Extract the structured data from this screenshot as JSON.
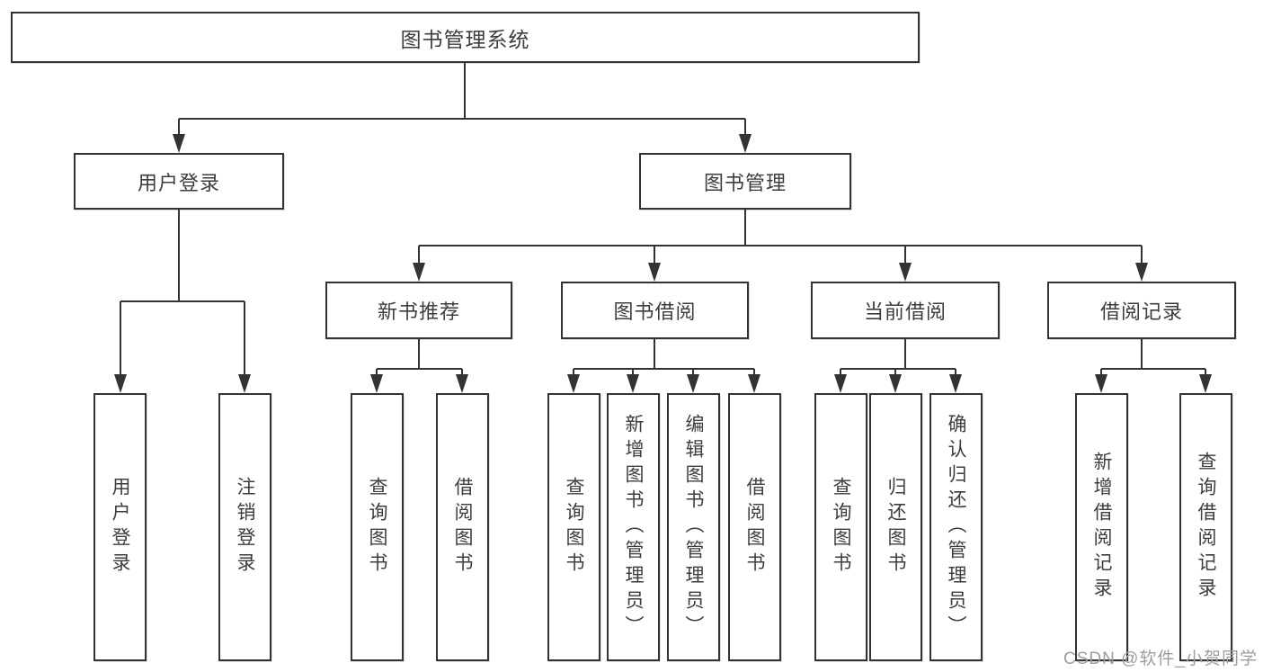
{
  "diagram": {
    "title": "图书管理系统",
    "colors": {
      "line": "#333333",
      "text": "#3d3d3d",
      "box_fill": "#ffffff"
    },
    "branches": [
      {
        "label": "用户登录",
        "children": [
          {
            "label": "用户登录"
          },
          {
            "label": "注销登录"
          }
        ]
      },
      {
        "label": "图书管理",
        "children": [
          {
            "label": "新书推荐",
            "children": [
              {
                "label": "查询图书"
              },
              {
                "label": "借阅图书"
              }
            ]
          },
          {
            "label": "图书借阅",
            "children": [
              {
                "label": "查询图书"
              },
              {
                "label": "新增图书（管理员）"
              },
              {
                "label": "编辑图书（管理员）"
              },
              {
                "label": "借阅图书"
              }
            ]
          },
          {
            "label": "当前借阅",
            "children": [
              {
                "label": "查询图书"
              },
              {
                "label": "归还图书"
              },
              {
                "label": "确认归还（管理员）"
              }
            ]
          },
          {
            "label": "借阅记录",
            "children": [
              {
                "label": "新增借阅记录"
              },
              {
                "label": "查询借阅记录"
              }
            ]
          }
        ]
      }
    ]
  },
  "watermark": {
    "text": "CSDN @软件_小贺同学",
    "color": "#9d9d9d"
  }
}
